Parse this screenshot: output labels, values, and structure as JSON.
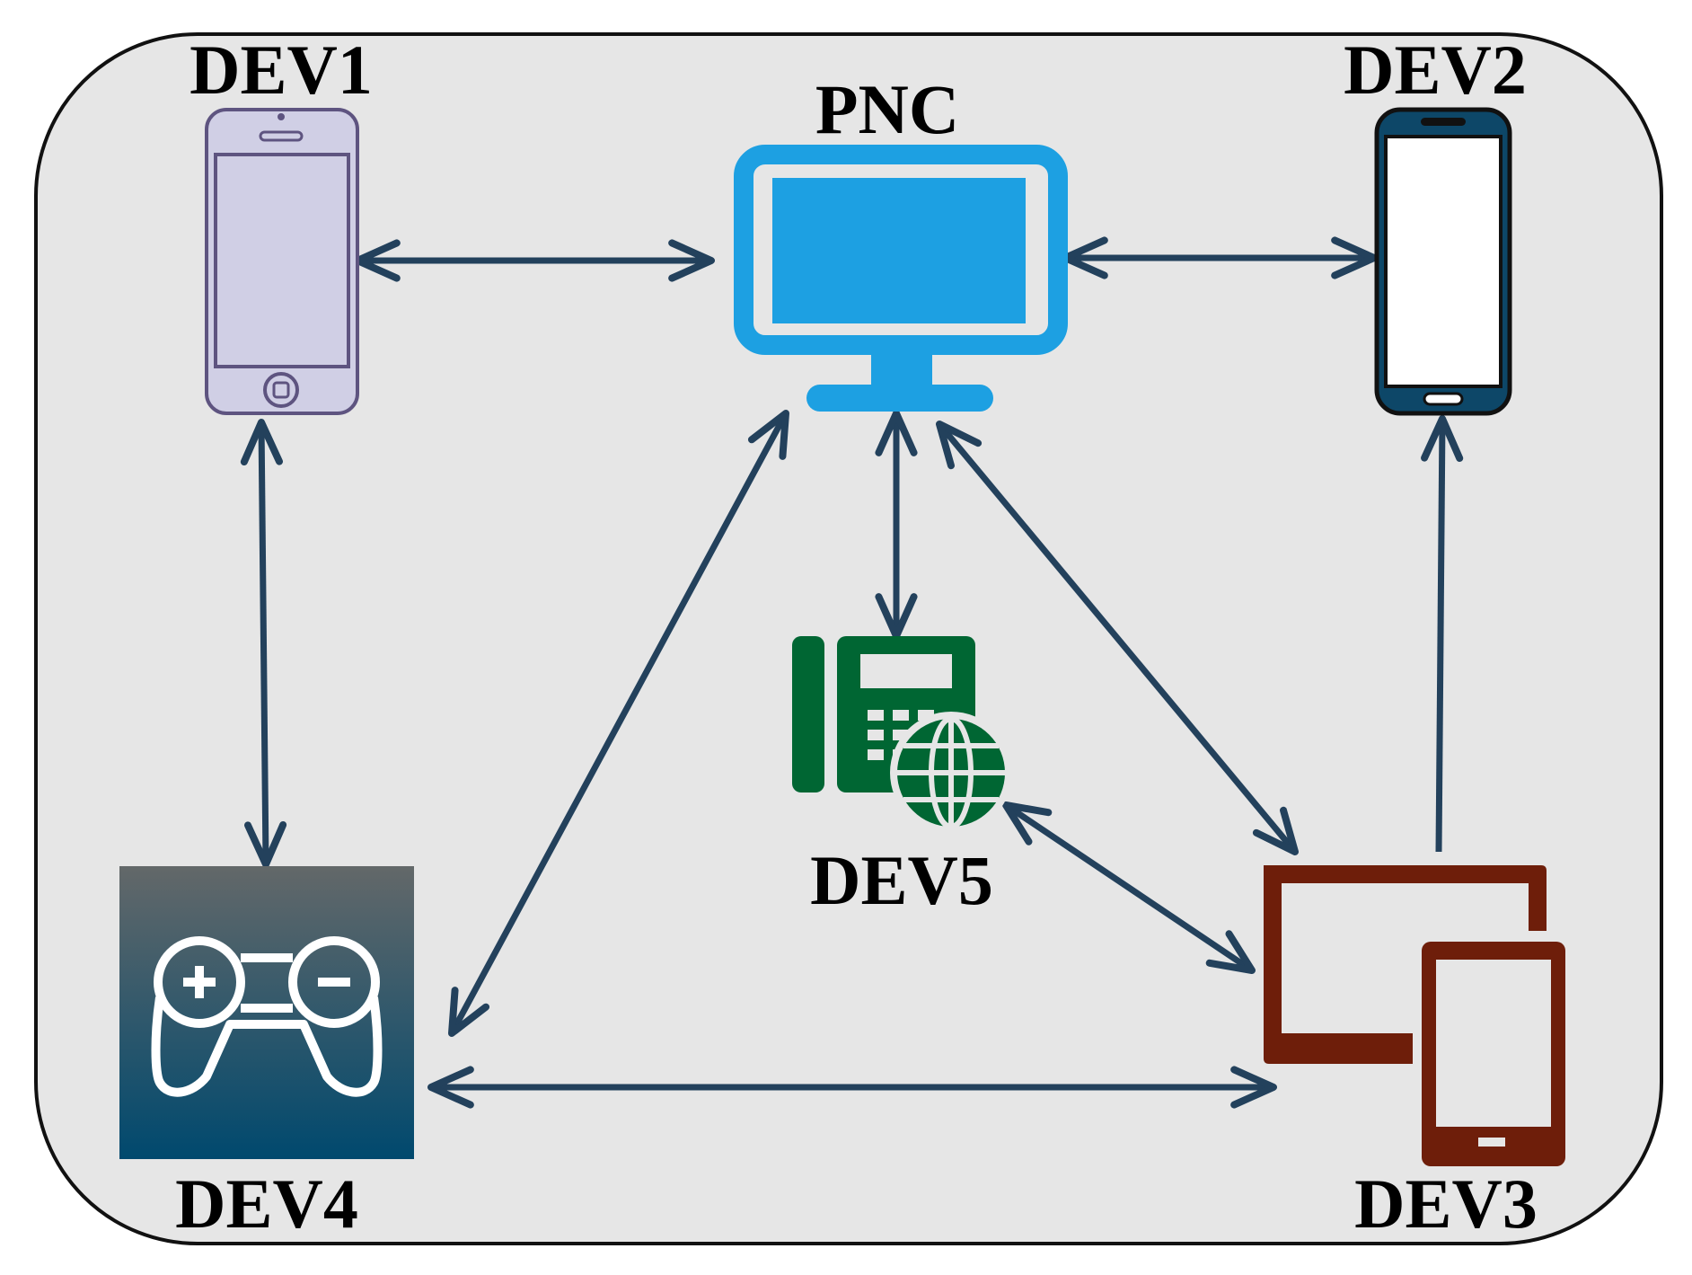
{
  "nodes": {
    "dev1": {
      "label": "DEV1",
      "icon": "smartphone-icon",
      "color": "#d0cfe5",
      "stroke": "#5e5480"
    },
    "pnc": {
      "label": "PNC",
      "icon": "monitor-icon",
      "color": "#1da0e2"
    },
    "dev2": {
      "label": "DEV2",
      "icon": "android-phone-icon",
      "color": "#0d4768",
      "stroke": "#111111"
    },
    "dev3": {
      "label": "DEV3",
      "icon": "tablet-and-phone-icon",
      "color": "#6e1e0a"
    },
    "dev4": {
      "label": "DEV4",
      "icon": "gamepad-icon",
      "color_top": "#636869",
      "color_bottom": "#00496e"
    },
    "dev5": {
      "label": "DEV5",
      "icon": "ip-phone-globe-icon",
      "color": "#006633"
    }
  },
  "links": [
    {
      "from": "dev1",
      "to": "pnc",
      "direction": "both"
    },
    {
      "from": "pnc",
      "to": "dev2",
      "direction": "both"
    },
    {
      "from": "dev1",
      "to": "dev4",
      "direction": "both"
    },
    {
      "from": "pnc",
      "to": "dev4",
      "direction": "both"
    },
    {
      "from": "pnc",
      "to": "dev5",
      "direction": "both"
    },
    {
      "from": "pnc",
      "to": "dev3",
      "direction": "both"
    },
    {
      "from": "dev5",
      "to": "dev3",
      "direction": "both"
    },
    {
      "from": "dev4",
      "to": "dev3",
      "direction": "both"
    },
    {
      "from": "dev3",
      "to": "dev2",
      "direction": "forward"
    }
  ],
  "colors": {
    "arrow": "#23415c",
    "panel_bg": "#e6e6e6",
    "panel_border": "#111111"
  }
}
